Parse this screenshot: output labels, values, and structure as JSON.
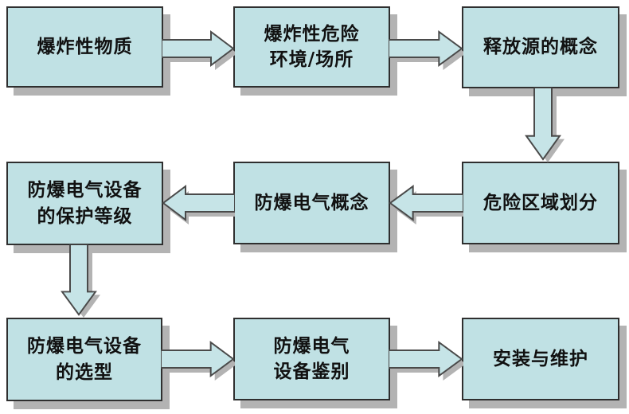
{
  "diagram": {
    "background_color": "#ffffff",
    "box_fill_color": "#c0e1e4",
    "box_border_color": "#2f2f2f",
    "arrow_fill_color": "#c6e4e7",
    "shadow_color": "#b3b3b3",
    "text_color": "#111111",
    "nodes": [
      {
        "id": "explosive-substance",
        "label": "爆炸性物质"
      },
      {
        "id": "explosive-hazardous-environment",
        "label": "爆炸性危险\n环境/场所"
      },
      {
        "id": "release-source-concept",
        "label": "释放源的概念"
      },
      {
        "id": "hazardous-area-classification",
        "label": "危险区域划分"
      },
      {
        "id": "explosion-proof-electric-concept",
        "label": "防爆电气概念"
      },
      {
        "id": "equipment-protection-level",
        "label": "防爆电气设备\n的保护等级"
      },
      {
        "id": "equipment-type-selection",
        "label": "防爆电气设备\n的选型"
      },
      {
        "id": "equipment-identification",
        "label": "防爆电气\n设备鉴别"
      },
      {
        "id": "installation-and-maintenance",
        "label": "安装与维护"
      }
    ],
    "edges": [
      {
        "from": "explosive-substance",
        "to": "explosive-hazardous-environment",
        "direction": "right"
      },
      {
        "from": "explosive-hazardous-environment",
        "to": "release-source-concept",
        "direction": "right"
      },
      {
        "from": "release-source-concept",
        "to": "hazardous-area-classification",
        "direction": "down"
      },
      {
        "from": "hazardous-area-classification",
        "to": "explosion-proof-electric-concept",
        "direction": "left"
      },
      {
        "from": "explosion-proof-electric-concept",
        "to": "equipment-protection-level",
        "direction": "left"
      },
      {
        "from": "equipment-protection-level",
        "to": "equipment-type-selection",
        "direction": "down"
      },
      {
        "from": "equipment-type-selection",
        "to": "equipment-identification",
        "direction": "right"
      },
      {
        "from": "equipment-identification",
        "to": "installation-and-maintenance",
        "direction": "right"
      }
    ]
  }
}
